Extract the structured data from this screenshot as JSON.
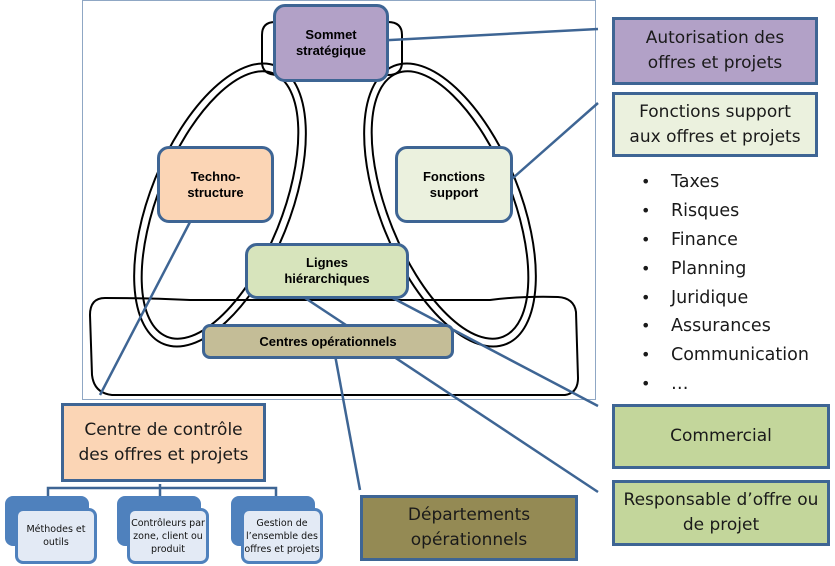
{
  "diagram": {
    "core": {
      "sommet": "Sommet\nstratégique",
      "techno": "Techno-\nstructure",
      "fonctions": "Fonctions\nsupport",
      "lignes": "Lignes\nhiérarchiques",
      "centres": "Centres opérationnels"
    },
    "callouts": {
      "autorisation": "Autorisation des offres et projets",
      "fonctions_support": "Fonctions support aux offres et projets",
      "commercial": "Commercial",
      "responsable": "Responsable d’offre ou de projet",
      "departements": "Départements opérationnels",
      "centre_controle": "Centre de contrôle des offres et projets"
    },
    "support_list": [
      "Taxes",
      "Risques",
      "Finance",
      "Planning",
      "Juridique",
      "Assurances",
      "Communication",
      "…"
    ],
    "sub_units": [
      "Méthodes et outils",
      "Contrôleurs par zone, client ou produit",
      "Gestion de l’ensemble des offres et projets"
    ],
    "colors": {
      "connector": "#3e6594",
      "sommet": "#b2a1c7",
      "techno": "#fbd5b5",
      "fonctions": "#ebf1de",
      "lignes": "#d7e4bc",
      "centres": "#c4bd97",
      "departements": "#948a54",
      "commercial": "#c3d69b"
    }
  }
}
